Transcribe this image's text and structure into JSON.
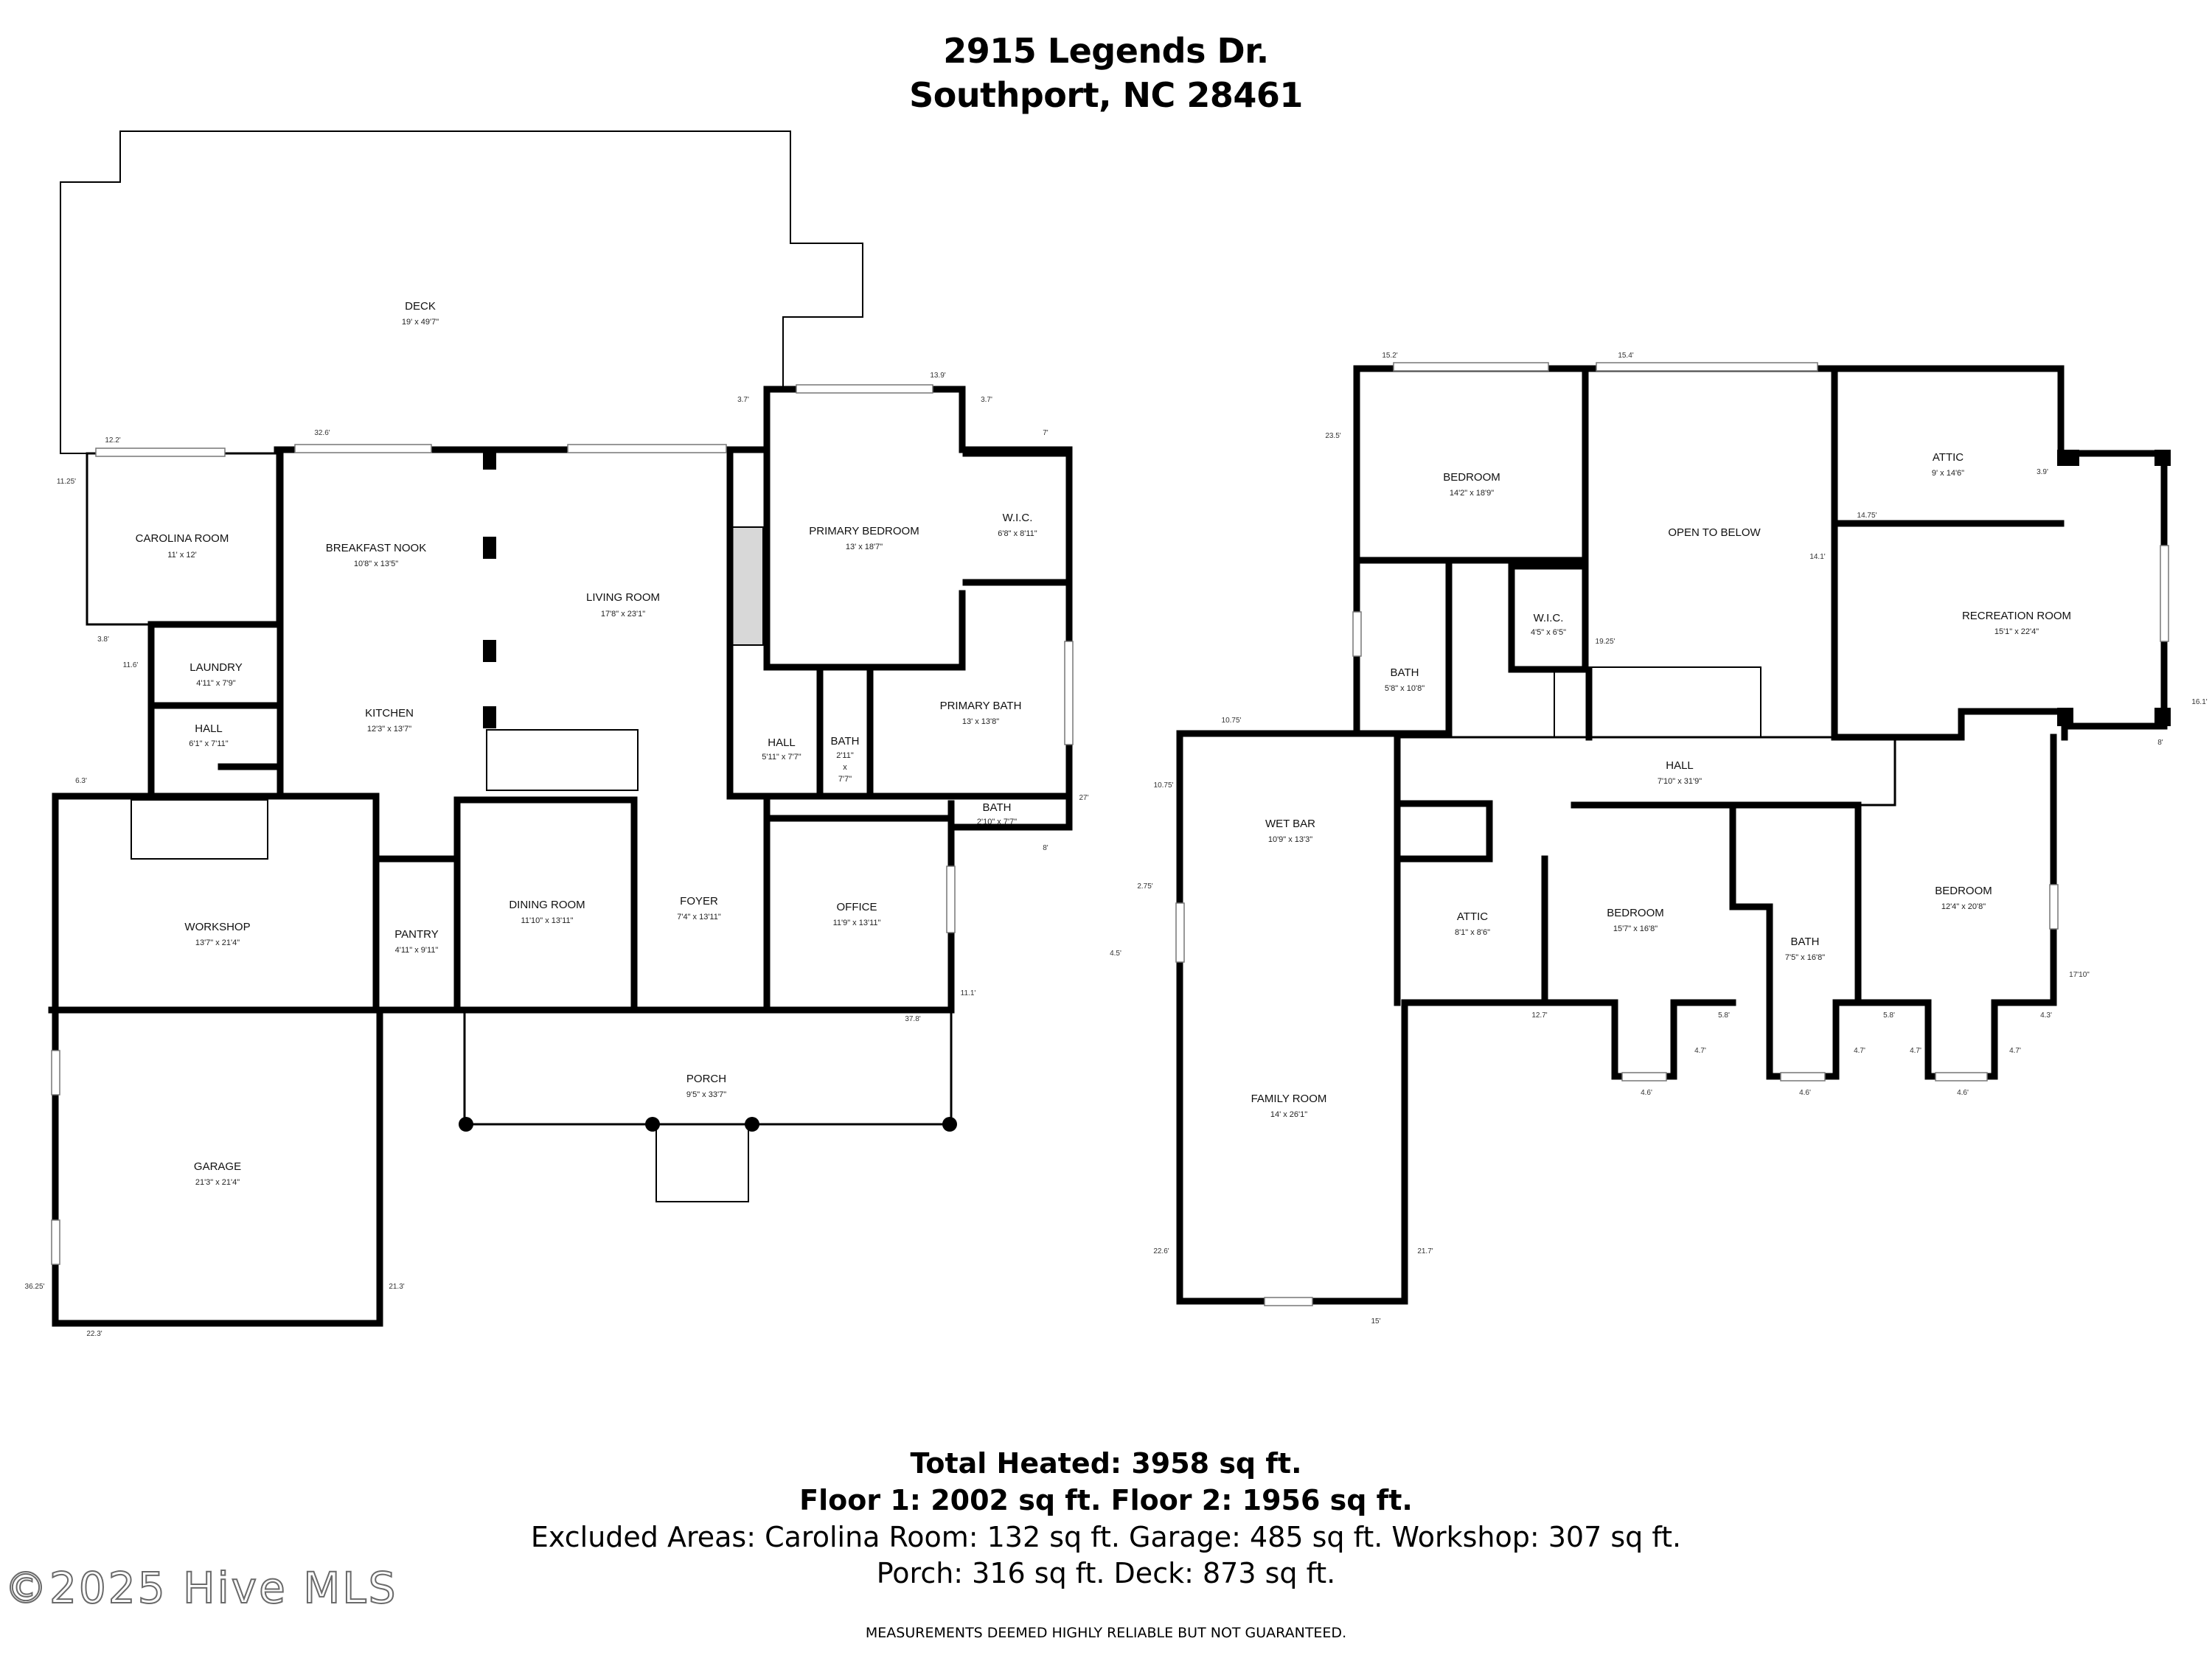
{
  "header": {
    "address_line1": "2915 Legends Dr.",
    "address_line2": "Southport, NC 28461"
  },
  "floor1_rooms": {
    "deck": {
      "name": "DECK",
      "dims": "19' x 49'7\""
    },
    "carolina_room": {
      "name": "CAROLINA ROOM",
      "dims": "11' x 12'"
    },
    "breakfast_nook": {
      "name": "BREAKFAST NOOK",
      "dims": "10'8\" x 13'5\""
    },
    "living_room": {
      "name": "LIVING ROOM",
      "dims": "17'8\" x 23'1\""
    },
    "primary_bedroom": {
      "name": "PRIMARY BEDROOM",
      "dims": "13' x 18'7\""
    },
    "wic": {
      "name": "W.I.C.",
      "dims": "6'8\" x 8'11\""
    },
    "laundry": {
      "name": "LAUNDRY",
      "dims": "4'11\" x 7'9\""
    },
    "hall_left": {
      "name": "HALL",
      "dims": "6'1\" x 7'11\""
    },
    "kitchen": {
      "name": "KITCHEN",
      "dims": "12'3\" x 13'7\""
    },
    "hall_center": {
      "name": "HALL",
      "dims": "5'11\" x 7'7\""
    },
    "bath_small": {
      "name": "BATH",
      "dims_a": "2'11\"",
      "dims_b": "x",
      "dims_c": "7'7\""
    },
    "primary_bath": {
      "name": "PRIMARY BATH",
      "dims": "13' x 13'8\""
    },
    "bath_half": {
      "name": "BATH",
      "dims": "2'10\" x 7'7\""
    },
    "workshop": {
      "name": "WORKSHOP",
      "dims": "13'7\" x 21'4\""
    },
    "pantry": {
      "name": "PANTRY",
      "dims": "4'11\" x 9'11\""
    },
    "dining_room": {
      "name": "DINING ROOM",
      "dims": "11'10\" x 13'11\""
    },
    "foyer": {
      "name": "FOYER",
      "dims": "7'4\" x 13'11\""
    },
    "office": {
      "name": "OFFICE",
      "dims": "11'9\" x 13'11\""
    },
    "porch": {
      "name": "PORCH",
      "dims": "9'5\" x 33'7\""
    },
    "garage": {
      "name": "GARAGE",
      "dims": "21'3\" x 21'4\""
    }
  },
  "floor1_dims": {
    "d12_2": "12.2'",
    "d11_25": "11.25'",
    "d32_6": "32.6'",
    "d3_7a": "3.7'",
    "d13_9": "13.9'",
    "d3_7b": "3.7'",
    "d7": "7'",
    "d3_8": "3.8'",
    "d11_6": "11.6'",
    "d6_3": "6.3'",
    "d27": "27'",
    "d8": "8'",
    "d11_1": "11.1'",
    "d37_8": "37.8'",
    "d36_25": "36.25'",
    "d21_3": "21.3'",
    "d22_3": "22.3'"
  },
  "floor2_rooms": {
    "bedroom_nw": {
      "name": "BEDROOM",
      "dims": "14'2\" x 18'9\""
    },
    "open_to_below": {
      "name": "OPEN TO BELOW"
    },
    "attic_top": {
      "name": "ATTIC",
      "dims": "9' x 14'6\""
    },
    "wic": {
      "name": "W.I.C.",
      "dims": "4'5\" x 6'5\""
    },
    "bath_nw": {
      "name": "BATH",
      "dims": "5'8\" x 10'8\""
    },
    "recreation_room": {
      "name": "RECREATION ROOM",
      "dims": "15'1\" x 22'4\""
    },
    "hall": {
      "name": "HALL",
      "dims": "7'10\" x 31'9\""
    },
    "wet_bar": {
      "name": "WET BAR",
      "dims": "10'9\" x 13'3\""
    },
    "attic_small": {
      "name": "ATTIC",
      "dims": "8'1\" x 8'6\""
    },
    "bedroom_mid": {
      "name": "BEDROOM",
      "dims": "15'7\" x 16'8\""
    },
    "bath_mid": {
      "name": "BATH",
      "dims": "7'5\" x 16'8\""
    },
    "bedroom_e": {
      "name": "BEDROOM",
      "dims": "12'4\" x 20'8\""
    },
    "family_room": {
      "name": "FAMILY ROOM",
      "dims": "14' x 26'1\""
    }
  },
  "floor2_dims": {
    "d15_2": "15.2'",
    "d15_4": "15.4'",
    "d23_5": "23.5'",
    "d3_9": "3.9'",
    "d14_75": "14.75'",
    "d14_1": "14.1'",
    "d19_25": "19.25'",
    "d16_1": "16.1'",
    "d8": "8'",
    "d10_75a": "10.75'",
    "d10_75b": "10.75'",
    "d2_75": "2.75'",
    "d4_5": "4.5'",
    "d17_10": "17'10\"",
    "d12_7": "12.7'",
    "d5_8a": "5.8'",
    "d4_7a": "4.7'",
    "d4_6a": "4.6'",
    "d4_6b": "4.6'",
    "d4_7b": "4.7'",
    "d5_8b": "5.8'",
    "d4_3": "4.3'",
    "d4_7c": "4.7'",
    "d4_6c": "4.6'",
    "d4_7d": "4.7'",
    "d22_6": "22.6'",
    "d21_7": "21.7'",
    "d15": "15'"
  },
  "footer": {
    "total_heated": "Total Heated: 3958 sq ft.",
    "floors": "Floor 1: 2002 sq ft. Floor 2: 1956 sq ft.",
    "excluded": "Excluded Areas: Carolina Room: 132 sq ft. Garage: 485 sq ft. Workshop: 307 sq ft.",
    "porch_deck": "Porch: 316 sq ft. Deck: 873 sq ft.",
    "disclaimer": "MEASUREMENTS DEEMED HIGHLY RELIABLE BUT NOT GUARANTEED.",
    "watermark": "©2025 Hive MLS"
  }
}
